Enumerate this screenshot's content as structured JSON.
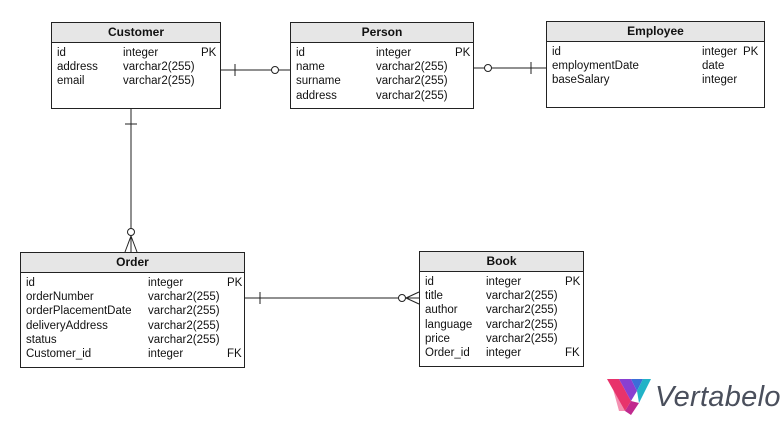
{
  "entities": {
    "customer": {
      "title": "Customer",
      "attrs": [
        {
          "name": "id",
          "type": "integer",
          "key": "PK"
        },
        {
          "name": "address",
          "type": "varchar2(255)",
          "key": ""
        },
        {
          "name": "email",
          "type": "varchar2(255)",
          "key": ""
        }
      ]
    },
    "person": {
      "title": "Person",
      "attrs": [
        {
          "name": "id",
          "type": "integer",
          "key": "PK"
        },
        {
          "name": "name",
          "type": "varchar2(255)",
          "key": ""
        },
        {
          "name": "surname",
          "type": "varchar2(255)",
          "key": ""
        },
        {
          "name": "address",
          "type": "varchar2(255)",
          "key": ""
        }
      ]
    },
    "employee": {
      "title": "Employee",
      "attrs": [
        {
          "name": "id",
          "type": "integer",
          "key": "PK"
        },
        {
          "name": "employmentDate",
          "type": "date",
          "key": ""
        },
        {
          "name": "baseSalary",
          "type": "integer",
          "key": ""
        }
      ]
    },
    "order": {
      "title": "Order",
      "attrs": [
        {
          "name": "id",
          "type": "integer",
          "key": "PK"
        },
        {
          "name": "orderNumber",
          "type": "varchar2(255)",
          "key": ""
        },
        {
          "name": "orderPlacementDate",
          "type": "varchar2(255)",
          "key": ""
        },
        {
          "name": "deliveryAddress",
          "type": "varchar2(255)",
          "key": ""
        },
        {
          "name": "status",
          "type": "varchar2(255)",
          "key": ""
        },
        {
          "name": "Customer_id",
          "type": "integer",
          "key": "FK"
        }
      ]
    },
    "book": {
      "title": "Book",
      "attrs": [
        {
          "name": "id",
          "type": "integer",
          "key": "PK"
        },
        {
          "name": "title",
          "type": "varchar2(255)",
          "key": ""
        },
        {
          "name": "author",
          "type": "varchar2(255)",
          "key": ""
        },
        {
          "name": "language",
          "type": "varchar2(255)",
          "key": ""
        },
        {
          "name": "price",
          "type": "varchar2(255)",
          "key": ""
        },
        {
          "name": "Order_id",
          "type": "integer",
          "key": "FK"
        }
      ]
    }
  },
  "relationships": [
    {
      "from": "customer",
      "to": "person",
      "from_end": "one",
      "to_end": "zero-or-one"
    },
    {
      "from": "employee",
      "to": "person",
      "from_end": "one",
      "to_end": "zero-or-one"
    },
    {
      "from": "customer",
      "to": "order",
      "from_end": "one",
      "to_end": "zero-or-many"
    },
    {
      "from": "order",
      "to": "book",
      "from_end": "one",
      "to_end": "zero-or-many"
    }
  ],
  "brand": {
    "name": "Vertabelo",
    "colors": [
      "#e8336b",
      "#8a3fd1",
      "#3b6fd8",
      "#22b3c7"
    ]
  }
}
